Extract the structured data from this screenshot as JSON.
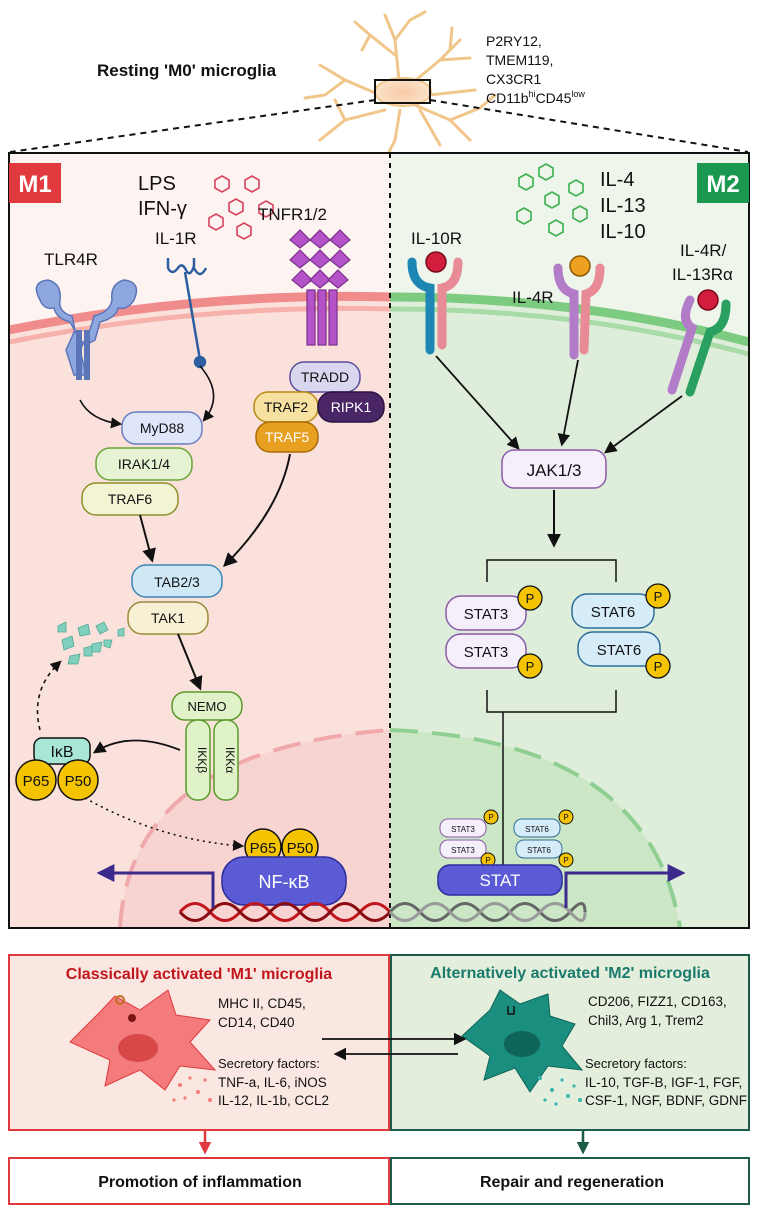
{
  "header": {
    "title": "Resting 'M0' microglia",
    "markers": [
      "P2RY12,",
      "TMEM119,",
      "CX3CR1"
    ],
    "marker_last": {
      "a": "CD11b",
      "b": "hi",
      "c": "CD45",
      "d": "low"
    }
  },
  "m1": {
    "badge": "M1",
    "ligands": [
      "LPS",
      "IFN-γ"
    ],
    "receptors": {
      "tlr4": "TLR4R",
      "il1r": "IL-1R",
      "tnfr": "TNFR1/2"
    },
    "adaptors": {
      "myd88": "MyD88",
      "irak": "IRAK1/4",
      "traf6": "TRAF6",
      "tradd": "TRADD",
      "traf2": "TRAF2",
      "ripk1": "RIPK1",
      "traf5": "TRAF5"
    },
    "kinases": {
      "tab": "TAB2/3",
      "tak1": "TAK1",
      "nemo": "NEMO",
      "ikkb": "IKKβ",
      "ikka": "IKKα"
    },
    "complex": {
      "ikb": "IκB",
      "p65": "P65",
      "p50": "P50"
    },
    "nucleus": {
      "p65": "P65",
      "p50": "P50",
      "nfkb": "NF-κB"
    }
  },
  "m2": {
    "badge": "M2",
    "ligands": [
      "IL-4",
      "IL-13",
      "IL-10"
    ],
    "receptors": {
      "il10r": "IL-10R",
      "il4r": "IL-4R",
      "il4r13": [
        "IL-4R/",
        "IL-13Rα"
      ]
    },
    "jak": "JAK1/3",
    "stat3": "STAT3",
    "stat6": "STAT6",
    "p": "P",
    "nucleus": {
      "stat3": "STAT3",
      "stat6": "STAT6",
      "stat": "STAT"
    }
  },
  "bottom": {
    "m1_title": "Classically activated 'M1' microglia",
    "m1_markers": [
      "MHC II, CD45,",
      "CD14, CD40"
    ],
    "m1_secretory": [
      "Secretory factors:",
      "TNF-a, IL-6, iNOS",
      "IL-12, IL-1b, CCL2"
    ],
    "m2_title": "Alternatively activated 'M2' microglia",
    "m2_markers": [
      "CD206, FIZZ1, CD163,",
      "Chil3, Arg 1, Trem2"
    ],
    "m2_secretory": [
      "Secretory factors:",
      "IL-10, TGF-B, IGF-1, FGF,",
      "CSF-1, NGF, BDNF, GDNF"
    ],
    "m1_outcome": "Promotion of inflammation",
    "m2_outcome": "Repair and regeneration"
  },
  "colors": {
    "m1_red": "#e0393e",
    "m2_green": "#1a9850",
    "m1_bg": "#fbe3df",
    "m2_bg": "#dfeeda",
    "phospho": "#f5c400",
    "nucleus_blue": "#5b5bd6",
    "dna_red": "#c0161c",
    "dna_grey": "#666666"
  }
}
